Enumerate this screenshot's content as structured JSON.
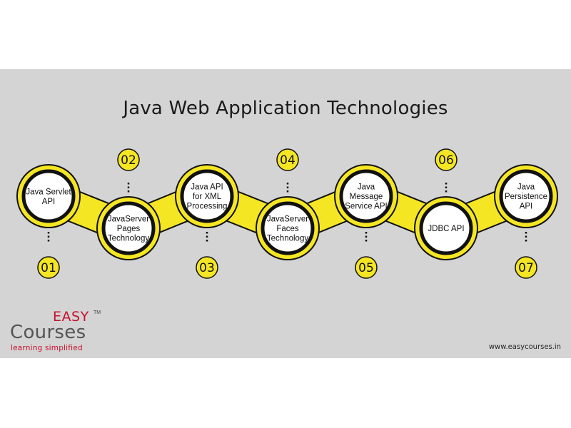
{
  "title": "Java Web Application Technologies",
  "steps": [
    {
      "number": "01",
      "label_lines": [
        "Java Servlet",
        "API"
      ]
    },
    {
      "number": "02",
      "label_lines": [
        "JavaServer",
        "Pages",
        "Technology"
      ]
    },
    {
      "number": "03",
      "label_lines": [
        "Java API",
        "for XML",
        "Processing"
      ]
    },
    {
      "number": "04",
      "label_lines": [
        "JavaServer",
        "Faces",
        "Technology"
      ]
    },
    {
      "number": "05",
      "label_lines": [
        "Java",
        "Message",
        "Service API"
      ]
    },
    {
      "number": "06",
      "label_lines": [
        "JDBC API"
      ]
    },
    {
      "number": "07",
      "label_lines": [
        "Java",
        "Persistence",
        "API"
      ]
    }
  ],
  "logo": {
    "easy": "EASY",
    "tm": "TM",
    "courses": "Courses",
    "tagline": "learning simplified"
  },
  "website": "www.easycourses.in",
  "colors": {
    "background": "#d4d4d4",
    "accent_yellow": "#f5e624",
    "node_fill": "#ffffff",
    "outline": "#111111",
    "brand_red": "#c8102e"
  }
}
